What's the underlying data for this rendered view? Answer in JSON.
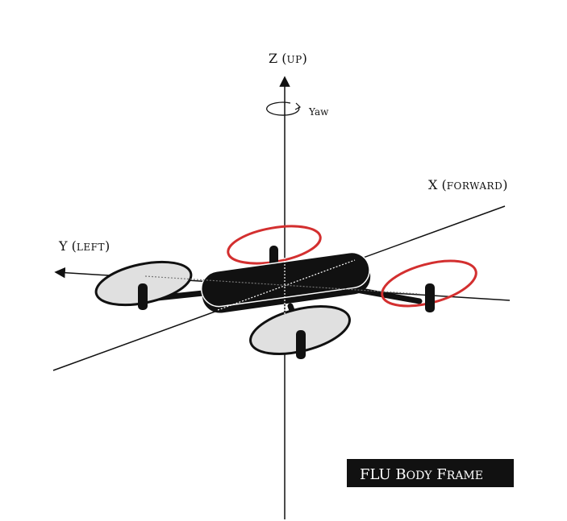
{
  "axes": {
    "z": {
      "letter": "Z",
      "paren_open": " (",
      "word": "UP",
      "paren_close": ")"
    },
    "x": {
      "letter": "X",
      "paren_open": " (",
      "word": "FORWARD",
      "paren_close": ")"
    },
    "y": {
      "letter": "Y",
      "paren_open": " (",
      "word": "LEFT",
      "paren_close": ")"
    }
  },
  "yaw_label": "Yaw",
  "caption": {
    "part1": "FLU ",
    "b": "B",
    "ody": "ODY",
    "space": " ",
    "f": "F",
    "rame": "RAME"
  },
  "colors": {
    "ink": "#111111",
    "accent_red": "#d32f2f",
    "prop_fill": "#e0e0e0",
    "caption_bg": "#111111"
  }
}
